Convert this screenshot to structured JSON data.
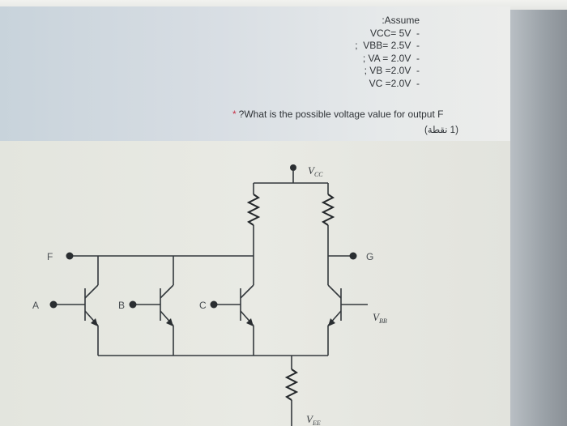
{
  "assume": {
    "title": ":Assume",
    "lines": [
      "VCC= 5V  -",
      ";  VBB= 2.5V  -",
      "; VA = 2.0V  -",
      "; VB =2.0V  -",
      "VC =2.0V  -"
    ]
  },
  "question": {
    "star": "*",
    "text": "?What is the possible voltage value for output F",
    "points": "(1 نقطة)"
  },
  "circuit": {
    "vcc_label": "V",
    "vcc_sub": "CC",
    "vbb_label": "V",
    "vbb_sub": "BB",
    "vee_label": "V",
    "vee_sub": "EE",
    "output_f": "F",
    "output_g": "G",
    "input_a": "A",
    "input_b": "B",
    "input_c": "C"
  }
}
